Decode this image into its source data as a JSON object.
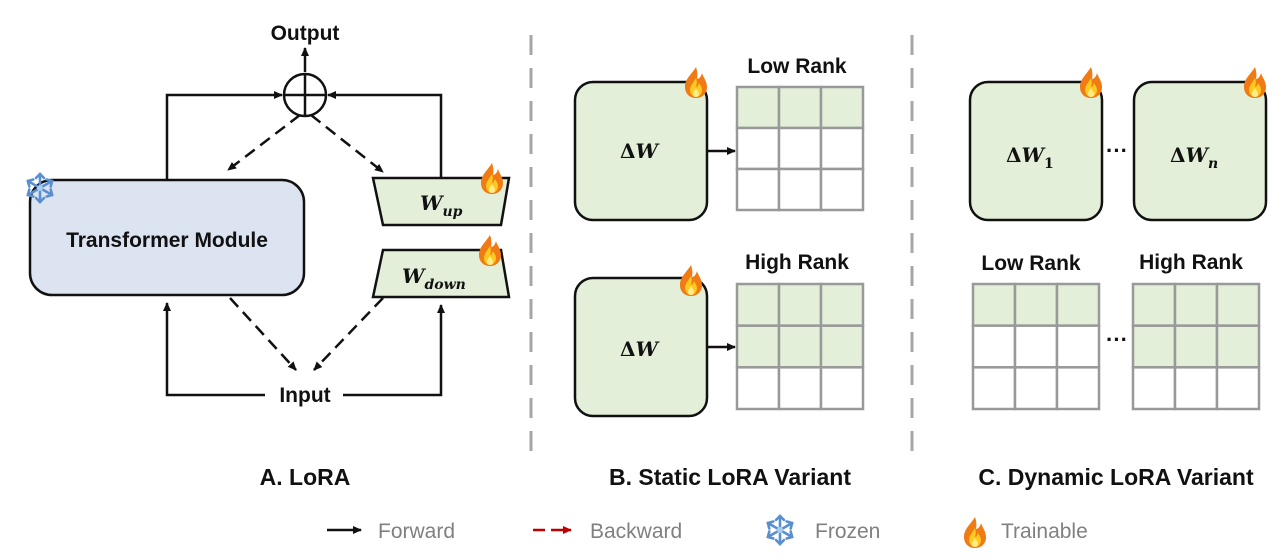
{
  "panel_a": {
    "title": "A. LoRA",
    "output_label": "Output",
    "input_label": "Input",
    "module_label": "Transformer Module",
    "w_up": {
      "base": "W",
      "sub": "up"
    },
    "w_down": {
      "base": "W",
      "sub": "down"
    }
  },
  "panel_b": {
    "title": "B. Static LoRA Variant",
    "top": {
      "label": "Low Rank",
      "delta": "Δ",
      "w": "W"
    },
    "bottom": {
      "label": "High Rank",
      "delta": "Δ",
      "w": "W"
    }
  },
  "panel_c": {
    "title": "C. Dynamic LoRA Variant",
    "delta_1": {
      "delta": "Δ",
      "w": "W",
      "sub": "1"
    },
    "delta_n": {
      "delta": "Δ",
      "w": "W",
      "sub": "n"
    },
    "ellipsis": "···",
    "low_rank_label": "Low Rank",
    "high_rank_label": "High Rank"
  },
  "legend": {
    "forward": "Forward",
    "backward": "Backward",
    "frozen": "Frozen",
    "trainable": "Trainable"
  },
  "colors": {
    "module_fill": "#dce3f1",
    "green_fill": "#e3efd9",
    "grid_line": "#999999",
    "backward_arrow": "#c00000",
    "divider": "#a6a6a6"
  },
  "icons": {
    "frozen": "snowflake-icon",
    "trainable": "fire-icon"
  }
}
